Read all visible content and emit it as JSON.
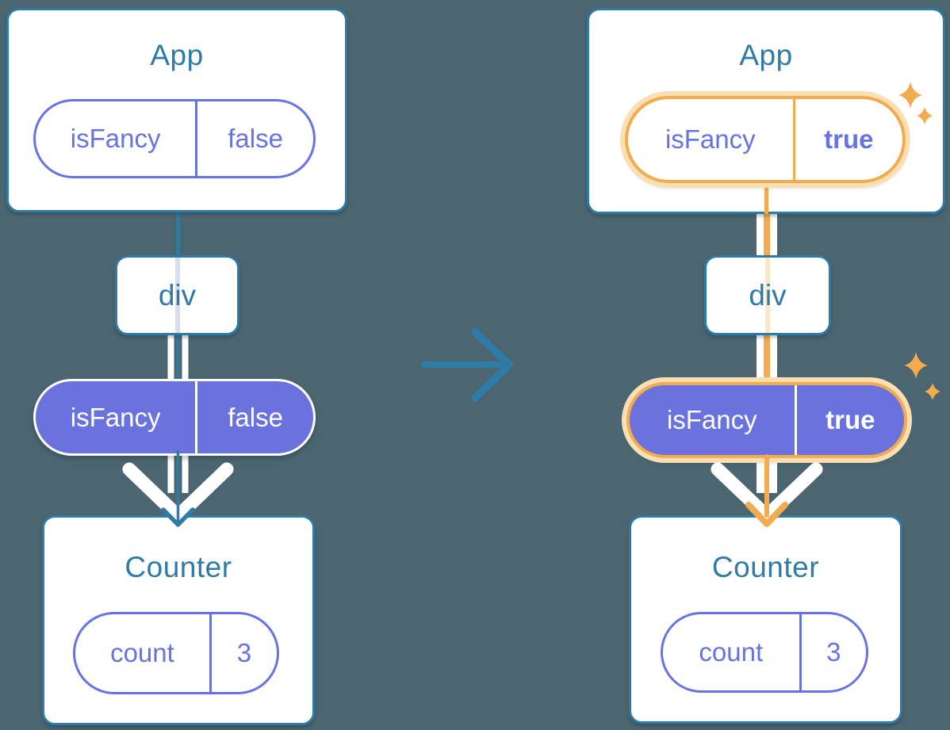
{
  "colors": {
    "background": "#4C6671",
    "stroke_blue": "#2E7BA8",
    "title_blue": "#2E7BA8",
    "purple": "#6673E0",
    "purple_fill": "#6A72DE",
    "lavender": "#D8DEF2",
    "orange": "#F3AB4F",
    "orange_light": "#FADFB5",
    "orange_pale": "#FBE7CC",
    "white": "#FFFFFF"
  },
  "icons": {
    "transition_arrow": "right-arrow",
    "flow_arrow": "down-arrow-chevron",
    "sparkles": "four-point-stars"
  },
  "tree_left": {
    "app_title": "App",
    "app_prop_name": "isFancy",
    "app_prop_value": "false",
    "div_label": "div",
    "ctx_name": "isFancy",
    "ctx_value": "false",
    "counter_title": "Counter",
    "count_name": "count",
    "count_value": "3"
  },
  "tree_right": {
    "app_title": "App",
    "app_prop_name": "isFancy",
    "app_prop_value": "true",
    "div_label": "div",
    "ctx_name": "isFancy",
    "ctx_value": "true",
    "counter_title": "Counter",
    "count_name": "count",
    "count_value": "3"
  }
}
